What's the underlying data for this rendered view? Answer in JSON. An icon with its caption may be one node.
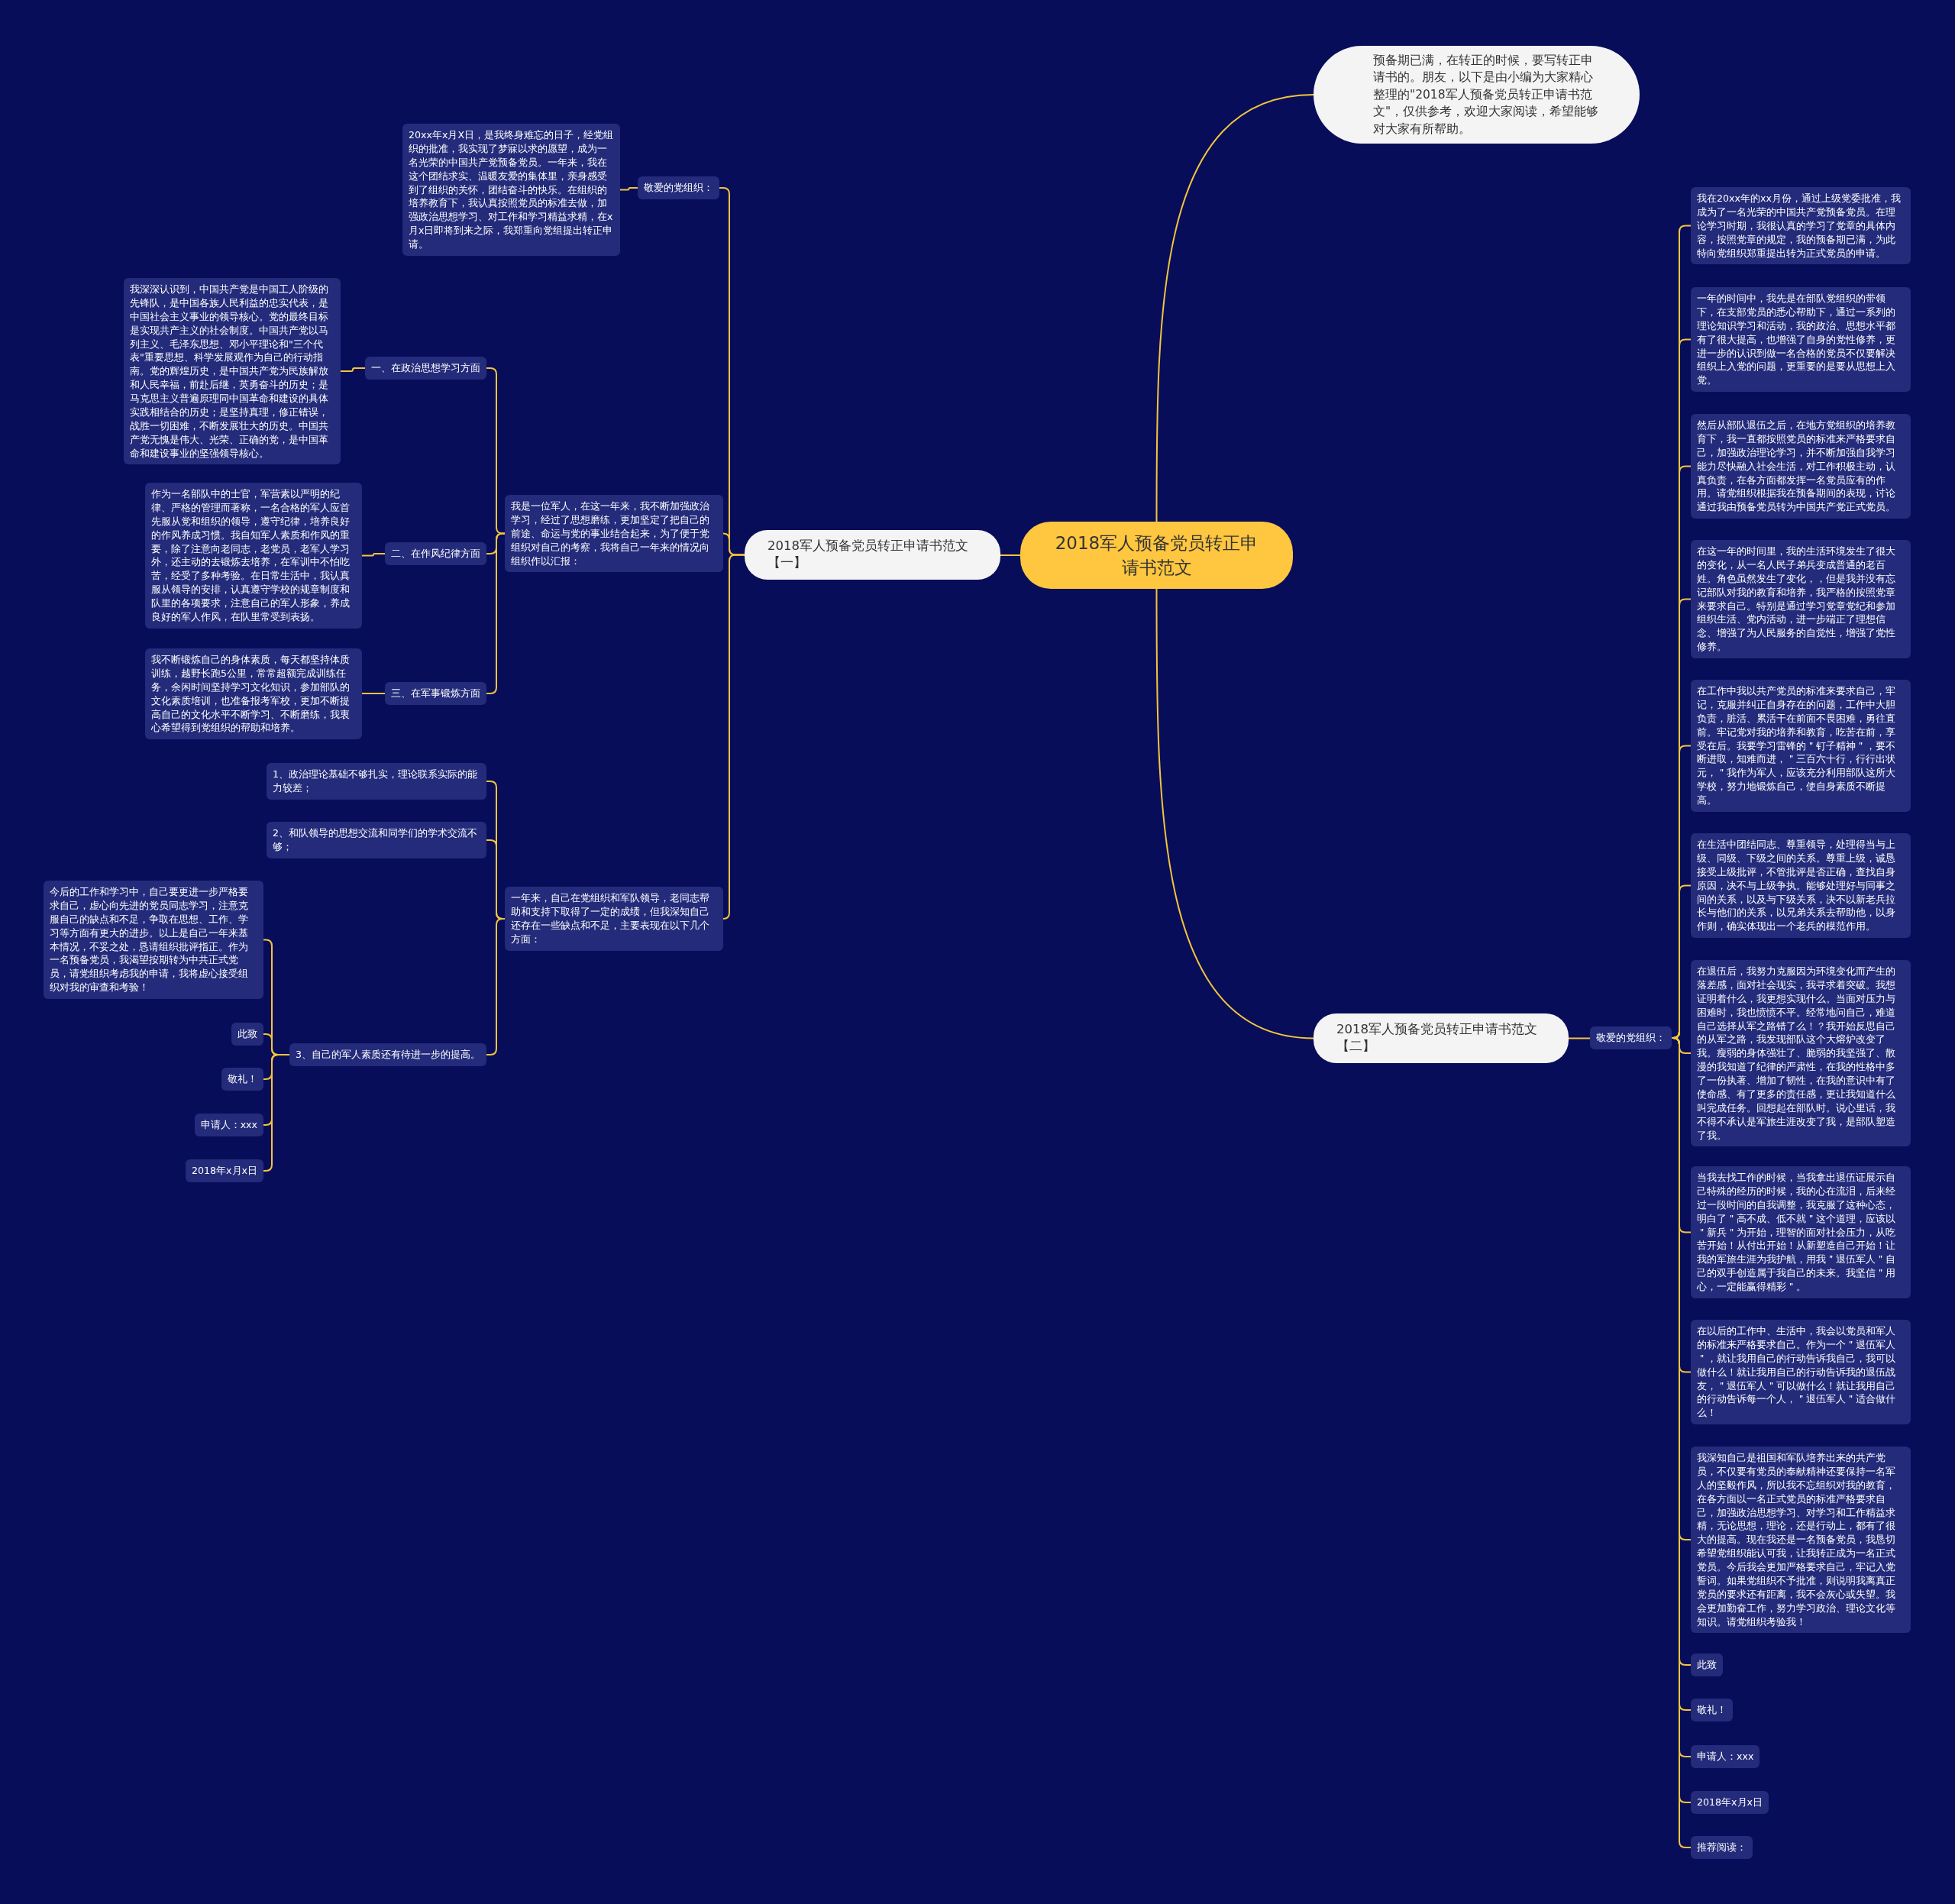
{
  "diagram": {
    "nodes": [
      {
        "text": [
          "2018军人预备党员转正申请书范文"
        ]
      },
      {
        "text": [
          "预备期已满，在转正的时候，要写转正申请书的。朋友，以下是由小编为大家精心整理的\"2018军人预备党员转正申请书范文\"，仅供参考，欢迎大家阅读，希望能够对大家有所帮助。"
        ]
      },
      {
        "text": [
          "2018军人预备党员转正申请书范文【一】"
        ]
      },
      {
        "text": [
          "2018军人预备党员转正申请书范文【二】"
        ]
      },
      {
        "text": [
          "敬爱的党组织："
        ]
      },
      {
        "text": [
          "20xx年x月X日，是我终身难忘的日子，经党组织的批准，我实现了梦寐以求的愿望，成为一名光荣的中国共产党预备党员。一年来，我在这个团结求实、温暖友爱的集体里，亲身感受到了组织的关怀，团结奋斗的快乐。在组织的培养教育下，我认真按照党员的标准去做，加强政治思想学习、对工作和学习精益求精，在x月x日即将到来之际，我郑重向党组提出转正申请。"
        ]
      },
      {
        "text": [
          "我是一位军人，在这一年来，我不断加强政治学习，经过了思想磨练，更加坚定了把自己的前途、命运与党的事业结合起来，为了便于党组织对自己的考察，我将自己一年来的情况向组织作以汇报："
        ]
      },
      {
        "text": [
          "一、在政治思想学习方面"
        ]
      },
      {
        "text": [
          "我深深认识到，中国共产党是中国工人阶级的先锋队，是中国各族人民利益的忠实代表，是中国社会主义事业的领导核心。党的最终目标是实现共产主义的社会制度。中国共产党以马列主义、毛泽东思想、邓小平理论和\"三个代表\"重要思想、科学发展观作为自己的行动指南。党的辉煌历史，是中国共产党为民族解放和人民幸福，前赴后继，英勇奋斗的历史；是马克思主义普遍原理同中国革命和建设的具体实践相结合的历史；是坚持真理，修正错误，战胜一切困难，不断发展壮大的历史。中国共产党无愧是伟大、光荣、正确的党，是中国革命和建设事业的坚强领导核心。"
        ]
      },
      {
        "text": [
          "二、在作风纪律方面"
        ]
      },
      {
        "text": [
          "作为一名部队中的士官，军营素以严明的纪律、严格的管理而著称，一名合格的军人应首先服从党和组织的领导，遵守纪律，培养良好的作风养成习惯。我自知军人素质和作风的重要，除了注意向老同志，老党员，老军人学习外，还主动的去锻炼去培养，在军训中不怕吃苦，经受了多种考验。在日常生活中，我认真服从领导的安排，认真遵守学校的规章制度和队里的各项要求，注意自己的军人形象，养成良好的军人作风，在队里常受到表扬。"
        ]
      },
      {
        "text": [
          "三、在军事锻炼方面"
        ]
      },
      {
        "text": [
          "我不断锻炼自己的身体素质，每天都坚持体质训练，越野长跑5公里，常常超额完成训练任务，余闲时间坚持学习文化知识，参加部队的文化素质培训，也准备报考军校，更加不断提高自己的文化水平不断学习、不断磨练，我衷心希望得到党组织的帮助和培养。"
        ]
      },
      {
        "text": [
          "一年来，自己在党组织和军队领导，老同志帮助和支持下取得了一定的成绩，但我深知自己还存在一些缺点和不足，主要表现在以下几个方面："
        ]
      },
      {
        "text": [
          "1、政治理论基础不够扎实，理论联系实际的能力较差；"
        ]
      },
      {
        "text": [
          "2、和队领导的思想交流和同学们的学术交流不够；"
        ]
      },
      {
        "text": [
          "3、自己的军人素质还有待进一步的提高。"
        ]
      },
      {
        "text": [
          "今后的工作和学习中，自己要更进一步严格要求自己，虚心向先进的党员同志学习，注意克服自己的缺点和不足，争取在思想、工作、学习等方面有更大的进步。以上是自己一年来基本情况，不妥之处，恳请组织批评指正。作为一名预备党员，我渴望按期转为中共正式党员，请党组织考虑我的申请，我将虚心接受组织对我的审查和考验！"
        ]
      },
      {
        "text": [
          "此致"
        ]
      },
      {
        "text": [
          "敬礼！"
        ]
      },
      {
        "text": [
          "申请人：xxx"
        ]
      },
      {
        "text": [
          "2018年x月x日"
        ]
      },
      {
        "text": [
          "敬爱的党组织："
        ]
      },
      {
        "text": [
          "我在20xx年的xx月份，通过上级党委批准，我成为了一名光荣的中国共产党预备党员。在理论学习时期，我很认真的学习了党章的具体内容，按照党章的规定，我的预备期已满，为此特向党组织郑重提出转为正式党员的申请。"
        ]
      },
      {
        "text": [
          "一年的时间中，我先是在部队党组织的带领下，在支部党员的悉心帮助下，通过一系列的理论知识学习和活动，我的政治、思想水平都有了很大提高，也增强了自身的党性修养，更进一步的认识到做一名合格的党员不仅要解决组织上入党的问题，更重要的是要从思想上入党。"
        ]
      },
      {
        "text": [
          "然后从部队退伍之后，在地方党组织的培养教育下，我一直都按照党员的标准来严格要求自己，加强政治理论学习，并不断加强自我学习能力尽快融入社会生活，对工作积极主动，认真负责，在各方面都发挥一名党员应有的作用。请党组织根据我在预备期间的表现，讨论通过我由预备党员转为中国共产党正式党员。"
        ]
      },
      {
        "text": [
          "在这一年的时间里，我的生活环境发生了很大的变化，从一名人民子弟兵变成普通的老百姓。角色虽然发生了变化，，但是我并没有忘记部队对我的教育和培养，我严格的按照党章来要求自己。特别是通过学习党章党纪和参加组织生活、党内活动，进一步端正了理想信念、增强了为人民服务的自觉性，增强了党性修养。"
        ]
      },
      {
        "text": [
          "在工作中我以共产党员的标准来要求自己，牢记，克服并纠正自身存在的问题，工作中大胆负责，脏活、累活干在前面不畏困难，勇往直前。牢记党对我的培养和教育，吃苦在前，享受在后。我要学习雷锋的＂钉子精神＂，要不断进取，知难而进，＂三百六十行，行行出状元，＂我作为军人，应该充分利用部队这所大学校，努力地锻炼自己，使自身素质不断提高。"
        ]
      },
      {
        "text": [
          "在生活中团结同志、尊重领导，处理得当与上级、同级、下级之间的关系。尊重上级，诚恳接受上级批评，不管批评是否正确，查找自身原因，决不与上级争执。能够处理好与同事之间的关系，以及与下级关系，决不以新老兵拉长与他们的关系，以兄弟关系去帮助他，以身作则，确实体现出一个老兵的模范作用。"
        ]
      },
      {
        "text": [
          "在退伍后，我努力克服因为环境变化而产生的落差感，面对社会现实，我寻求着突破。我想证明着什么，我更想实现什么。当面对压力与困难时，我也愤愤不平。经常地问自己，难道自己选择从军之路错了么！？我开始反思自己的从军之路，我发现部队这个大熔炉改变了我。瘦弱的身体强壮了、脆弱的我坚强了、散漫的我知道了纪律的严肃性，在我的性格中多了一份执著、增加了韧性，在我的意识中有了使命感、有了更多的责任感，更让我知道什么叫完成任务。回想起在部队时。说心里话，我不得不承认是军旅生涯改变了我，是部队塑造了我。"
        ]
      },
      {
        "text": [
          "当我去找工作的时候，当我拿出退伍证展示自己特殊的经历的时候，我的心在流泪，后来经过一段时间的自我调整，我克服了这种心态，明白了＂高不成、低不就＂这个道理，应该以＂新兵＂为开始，理智的面对社会压力，从吃苦开始！从付出开始！从新塑造自己开始！让我的军旅生涯为我护航，用我＂退伍军人＂自己的双手创造属于我自己的未来。我坚信＂用心，一定能赢得精彩＂。"
        ]
      },
      {
        "text": [
          "在以后的工作中、生活中，我会以党员和军人的标准来严格要求自己。作为一个＂退伍军人＂，就让我用自己的行动告诉我自己，我可以做什么！就让我用自己的行动告诉我的退伍战友，＂退伍军人＂可以做什么！就让我用自己的行动告诉每一个人，＂退伍军人＂适合做什么！"
        ]
      },
      {
        "text": [
          "我深知自己是祖国和军队培养出来的共产党员，不仅要有党员的奉献精神还要保持一名军人的坚毅作风，所以我不忘组织对我的教育，在各方面以一名正式党员的标准严格要求自己，加强政治思想学习、对学习和工作精益求精，无论思想，理论，还是行动上，都有了很大的提高。现在我还是一名预备党员，我恳切希望党组织能认可我，让我转正成为一名正式党员。今后我会更加严格要求自己，牢记入党誓词。如果党组织不予批准，则说明我离真正党员的要求还有距离，我不会灰心或失望。我会更加勤奋工作，努力学习政治、理论文化等知识。请党组织考验我！"
        ]
      },
      {
        "text": [
          "此致"
        ]
      },
      {
        "text": [
          "敬礼！"
        ]
      },
      {
        "text": [
          "申请人：xxx"
        ]
      },
      {
        "text": [
          "2018年x月x日"
        ]
      },
      {
        "text": [
          "推荐阅读："
        ]
      }
    ],
    "edges": [
      {
        "from": 0,
        "to": 1,
        "arrow": "none"
      },
      {
        "from": 0,
        "to": 2,
        "arrow": "none"
      },
      {
        "from": 0,
        "to": 3,
        "arrow": "none"
      },
      {
        "from": 2,
        "to": 4,
        "arrow": "none"
      },
      {
        "from": 4,
        "to": 5,
        "arrow": "none"
      },
      {
        "from": 2,
        "to": 6,
        "arrow": "none"
      },
      {
        "from": 6,
        "to": 7,
        "arrow": "none"
      },
      {
        "from": 7,
        "to": 8,
        "arrow": "none"
      },
      {
        "from": 6,
        "to": 9,
        "arrow": "none"
      },
      {
        "from": 9,
        "to": 10,
        "arrow": "none"
      },
      {
        "from": 6,
        "to": 11,
        "arrow": "none"
      },
      {
        "from": 11,
        "to": 12,
        "arrow": "none"
      },
      {
        "from": 2,
        "to": 13,
        "arrow": "none"
      },
      {
        "from": 13,
        "to": 14,
        "arrow": "none"
      },
      {
        "from": 13,
        "to": 15,
        "arrow": "none"
      },
      {
        "from": 13,
        "to": 16,
        "arrow": "none"
      },
      {
        "from": 16,
        "to": 17,
        "arrow": "none"
      },
      {
        "from": 16,
        "to": 18,
        "arrow": "none"
      },
      {
        "from": 16,
        "to": 19,
        "arrow": "none"
      },
      {
        "from": 16,
        "to": 20,
        "arrow": "none"
      },
      {
        "from": 16,
        "to": 21,
        "arrow": "none"
      },
      {
        "from": 3,
        "to": 22,
        "arrow": "none"
      },
      {
        "from": 22,
        "to": 23,
        "arrow": "none"
      },
      {
        "from": 22,
        "to": 24,
        "arrow": "none"
      },
      {
        "from": 22,
        "to": 25,
        "arrow": "none"
      },
      {
        "from": 22,
        "to": 26,
        "arrow": "none"
      },
      {
        "from": 22,
        "to": 27,
        "arrow": "none"
      },
      {
        "from": 22,
        "to": 28,
        "arrow": "none"
      },
      {
        "from": 22,
        "to": 29,
        "arrow": "none"
      },
      {
        "from": 22,
        "to": 30,
        "arrow": "none"
      },
      {
        "from": 22,
        "to": 31,
        "arrow": "none"
      },
      {
        "from": 22,
        "to": 32,
        "arrow": "none"
      },
      {
        "from": 22,
        "to": 33,
        "arrow": "none"
      },
      {
        "from": 22,
        "to": 34,
        "arrow": "none"
      },
      {
        "from": 22,
        "to": 35,
        "arrow": "none"
      },
      {
        "from": 22,
        "to": 36,
        "arrow": "none"
      },
      {
        "from": 22,
        "to": 37,
        "arrow": "none"
      }
    ]
  }
}
